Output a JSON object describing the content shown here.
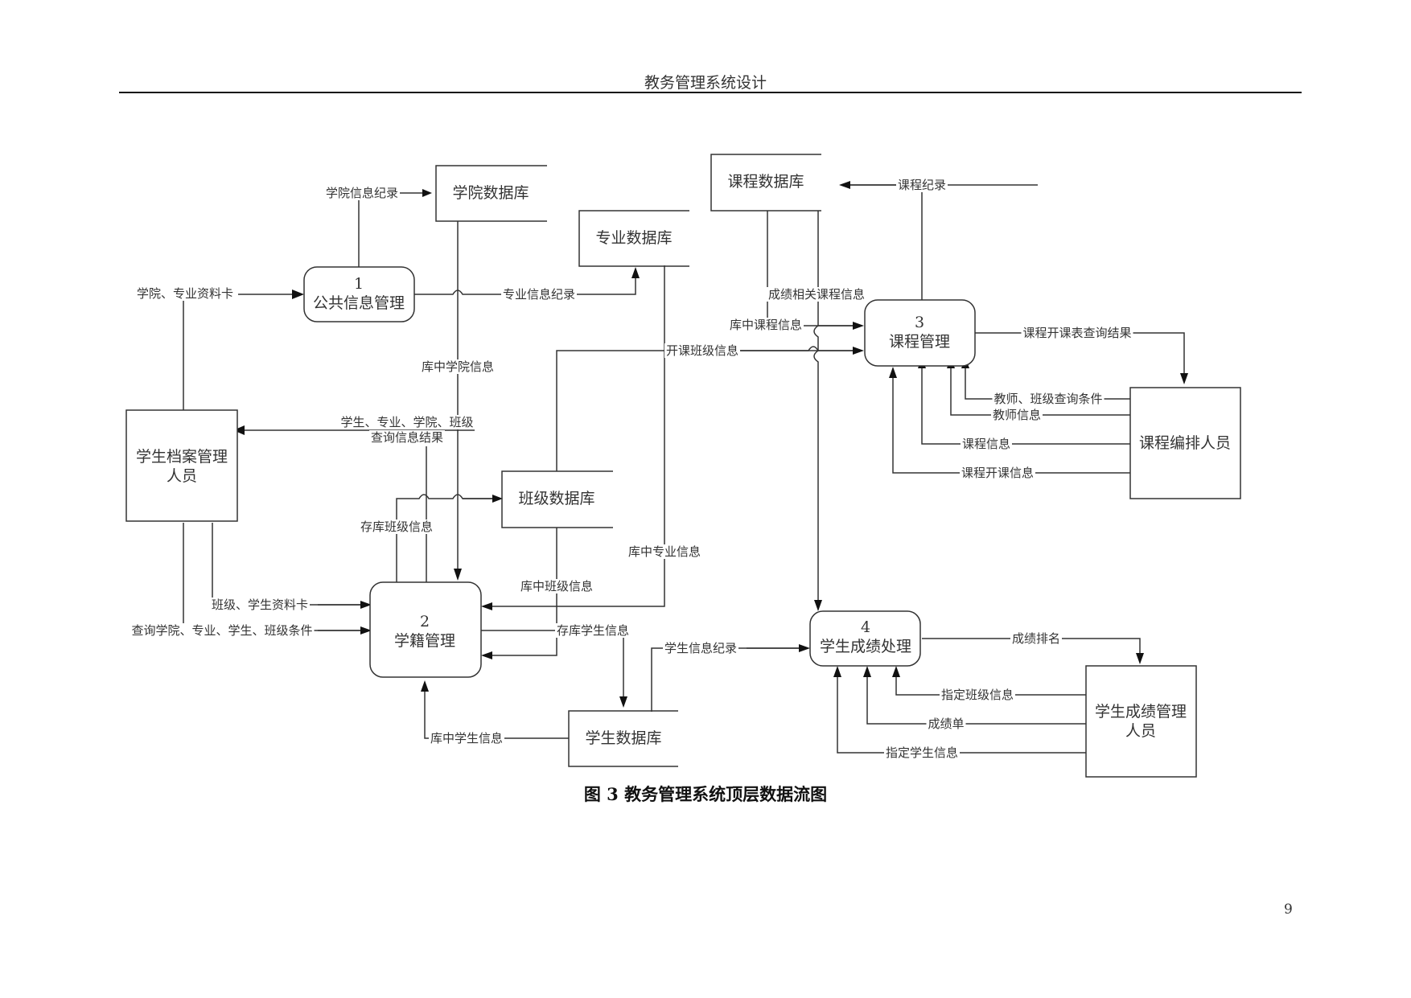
{
  "page": {
    "header": "教务管理系统设计",
    "page_number": "9",
    "caption": "图 3  教务管理系统顶层数据流图"
  },
  "processes": {
    "p1": {
      "number": "1",
      "name": "公共信息管理"
    },
    "p2": {
      "number": "2",
      "name": "学籍管理"
    },
    "p3": {
      "number": "3",
      "name": "课程管理"
    },
    "p4": {
      "number": "4",
      "name": "学生成绩处理"
    }
  },
  "stores": {
    "college_db": "学院数据库",
    "major_db": "专业数据库",
    "class_db": "班级数据库",
    "student_db": "学生数据库",
    "course_db": "课程数据库"
  },
  "entities": {
    "archive_staff": {
      "line1": "学生档案管理",
      "line2": "人员"
    },
    "course_staff": {
      "line1": "课程编排人员"
    },
    "grade_staff": {
      "line1": "学生成绩管理",
      "line2": "人员"
    }
  },
  "flows": {
    "college_info_record": "学院信息纪录",
    "college_major_card": "学院、专业资料卡",
    "major_info_record": "专业信息纪录",
    "db_college_info": "库中学院信息",
    "query_result_1": "学生、专业、学院、班级",
    "query_result_2": "查询信息结果",
    "open_class_info": "开课班级信息",
    "stored_class_info": "存库班级信息",
    "db_major_info": "库中专业信息",
    "db_class_info": "库中班级信息",
    "class_student_card": "班级、学生资料卡",
    "query_conditions": "查询学院、专业、学生、班级条件",
    "stored_student_info": "存库学生信息",
    "student_info_record": "学生信息纪录",
    "db_student_info": "库中学生信息",
    "course_record": "课程纪录",
    "grade_course_info": "成绩相关课程信息",
    "db_course_info": "库中课程信息",
    "course_query_result": "课程开课表查询结果",
    "teacher_class_query": "教师、班级查询条件",
    "teacher_info": "教师信息",
    "course_info": "课程信息",
    "course_open_info": "课程开课信息",
    "grade_ranking": "成绩排名",
    "assigned_class_info": "指定班级信息",
    "grade_sheet": "成绩单",
    "assigned_student_info": "指定学生信息"
  }
}
